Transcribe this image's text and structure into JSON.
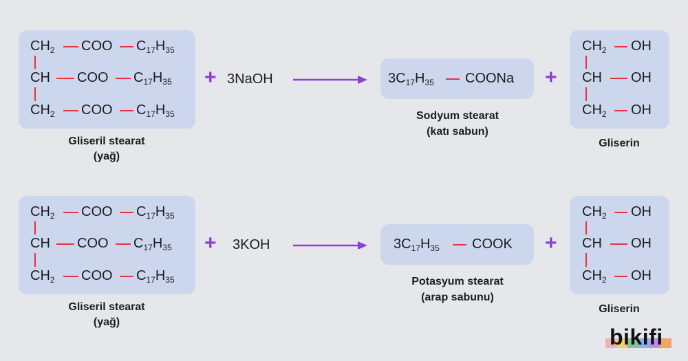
{
  "reaction1": {
    "reactant": {
      "rows": [
        {
          "c": "CH",
          "c_sub": "2",
          "g": "COO",
          "r": "C",
          "r_sub1": "17",
          "r_h": "H",
          "r_sub2": "35"
        },
        {
          "c": "CH",
          "c_sub": "",
          "g": "COO",
          "r": "C",
          "r_sub1": "17",
          "r_h": "H",
          "r_sub2": "35"
        },
        {
          "c": "CH",
          "c_sub": "2",
          "g": "COO",
          "r": "C",
          "r_sub1": "17",
          "r_h": "H",
          "r_sub2": "35"
        }
      ],
      "label_line1": "Gliseril stearat",
      "label_line2": "(yağ)"
    },
    "plus1": "+",
    "reagent": "3NaOH",
    "product": {
      "coef": "3C",
      "sub1": "17",
      "h": "H",
      "sub2": "35",
      "group": "COONa",
      "label_line1": "Sodyum stearat",
      "label_line2": "(katı sabun)"
    },
    "plus2": "+",
    "glycerin": {
      "rows": [
        {
          "c": "CH",
          "c_sub": "2",
          "oh": "OH"
        },
        {
          "c": "CH",
          "c_sub": "",
          "oh": "OH"
        },
        {
          "c": "CH",
          "c_sub": "2",
          "oh": "OH"
        }
      ],
      "label": "Gliserin"
    }
  },
  "reaction2": {
    "reactant": {
      "rows": [
        {
          "c": "CH",
          "c_sub": "2",
          "g": "COO",
          "r": "C",
          "r_sub1": "17",
          "r_h": "H",
          "r_sub2": "35"
        },
        {
          "c": "CH",
          "c_sub": "",
          "g": "COO",
          "r": "C",
          "r_sub1": "17",
          "r_h": "H",
          "r_sub2": "35"
        },
        {
          "c": "CH",
          "c_sub": "2",
          "g": "COO",
          "r": "C",
          "r_sub1": "17",
          "r_h": "H",
          "r_sub2": "35"
        }
      ],
      "label_line1": "Gliseril stearat",
      "label_line2": "(yağ)"
    },
    "plus1": "+",
    "reagent": "3KOH",
    "product": {
      "coef": "3C",
      "sub1": "17",
      "h": "H",
      "sub2": "35",
      "group": "COOK",
      "label_line1": "Potasyum stearat",
      "label_line2": "(arap sabunu)"
    },
    "plus2": "+",
    "glycerin": {
      "rows": [
        {
          "c": "CH",
          "c_sub": "2",
          "oh": "OH"
        },
        {
          "c": "CH",
          "c_sub": "",
          "oh": "OH"
        },
        {
          "c": "CH",
          "c_sub": "2",
          "oh": "OH"
        }
      ],
      "label": "Gliserin"
    }
  },
  "logo": {
    "text": "bikifi",
    "colors": [
      "#f28b82",
      "#fbbc04",
      "#34a853",
      "#4285f4",
      "#a142f4",
      "#ff6d01"
    ]
  },
  "colors": {
    "bond": "#e8323c",
    "plus": "#8d3ed6",
    "arrow": "#8d3ed6",
    "box": "#ccd7ee"
  }
}
